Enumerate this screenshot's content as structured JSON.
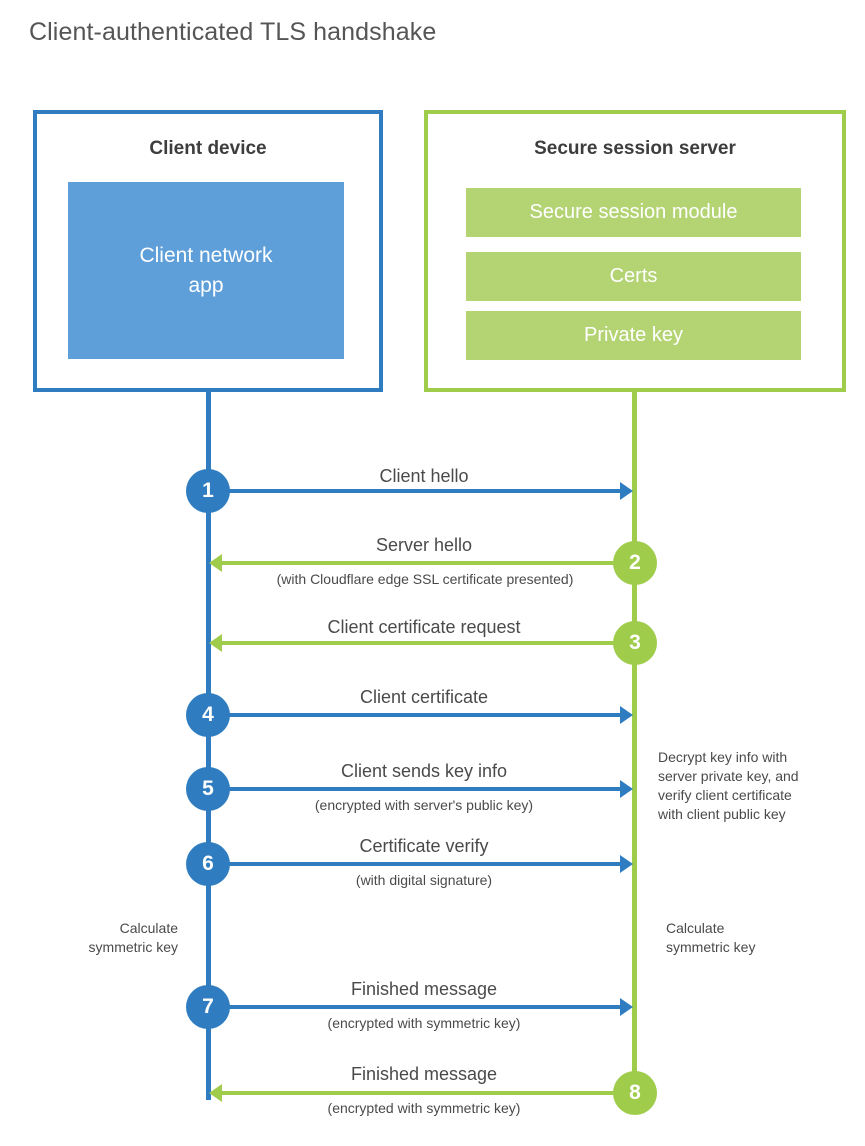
{
  "title": "Client-authenticated TLS handshake",
  "client_box": {
    "title": "Client device",
    "app_label_line1": "Client network",
    "app_label_line2": "app"
  },
  "server_box": {
    "title": "Secure session server",
    "items": [
      {
        "label": "Secure session module"
      },
      {
        "label": "Certs"
      },
      {
        "label": "Private key"
      }
    ]
  },
  "steps": [
    {
      "number": "1",
      "label": "Client hello",
      "sublabel": "",
      "direction": "client-to-server",
      "color": "#2f7dc0"
    },
    {
      "number": "2",
      "label": "Server hello",
      "sublabel": "(with Cloudflare edge SSL certificate presented)",
      "direction": "server-to-client",
      "color": "#9fcc4b"
    },
    {
      "number": "3",
      "label": "Client certificate request",
      "sublabel": "",
      "direction": "server-to-client",
      "color": "#9fcc4b"
    },
    {
      "number": "4",
      "label": "Client certificate",
      "sublabel": "",
      "direction": "client-to-server",
      "color": "#2f7dc0"
    },
    {
      "number": "5",
      "label": "Client sends key info",
      "sublabel": "(encrypted with server's public key)",
      "direction": "client-to-server",
      "color": "#2f7dc0"
    },
    {
      "number": "6",
      "label": "Certificate verify",
      "sublabel": "(with digital signature)",
      "direction": "client-to-server",
      "color": "#2f7dc0"
    },
    {
      "number": "7",
      "label": "Finished message",
      "sublabel": "(encrypted with symmetric key)",
      "direction": "client-to-server",
      "color": "#2f7dc0"
    },
    {
      "number": "8",
      "label": "Finished message",
      "sublabel": "(encrypted with symmetric key)",
      "direction": "server-to-client",
      "color": "#9fcc4b"
    }
  ],
  "notes": {
    "decrypt": {
      "line1": "Decrypt key info with",
      "line2": "server private key, and",
      "line3": "verify client certificate",
      "line4": "with client public key"
    },
    "calculate_client": {
      "line1": "Calculate",
      "line2": "symmetric key"
    },
    "calculate_server": {
      "line1": "Calculate",
      "line2": "symmetric key"
    }
  },
  "colors": {
    "blue": "#2f7dc0",
    "blue_fill": "#5e9fd9",
    "green": "#9fcc4b",
    "green_fill": "#b4d474",
    "text": "#4a4a4a",
    "background": "#ffffff"
  }
}
